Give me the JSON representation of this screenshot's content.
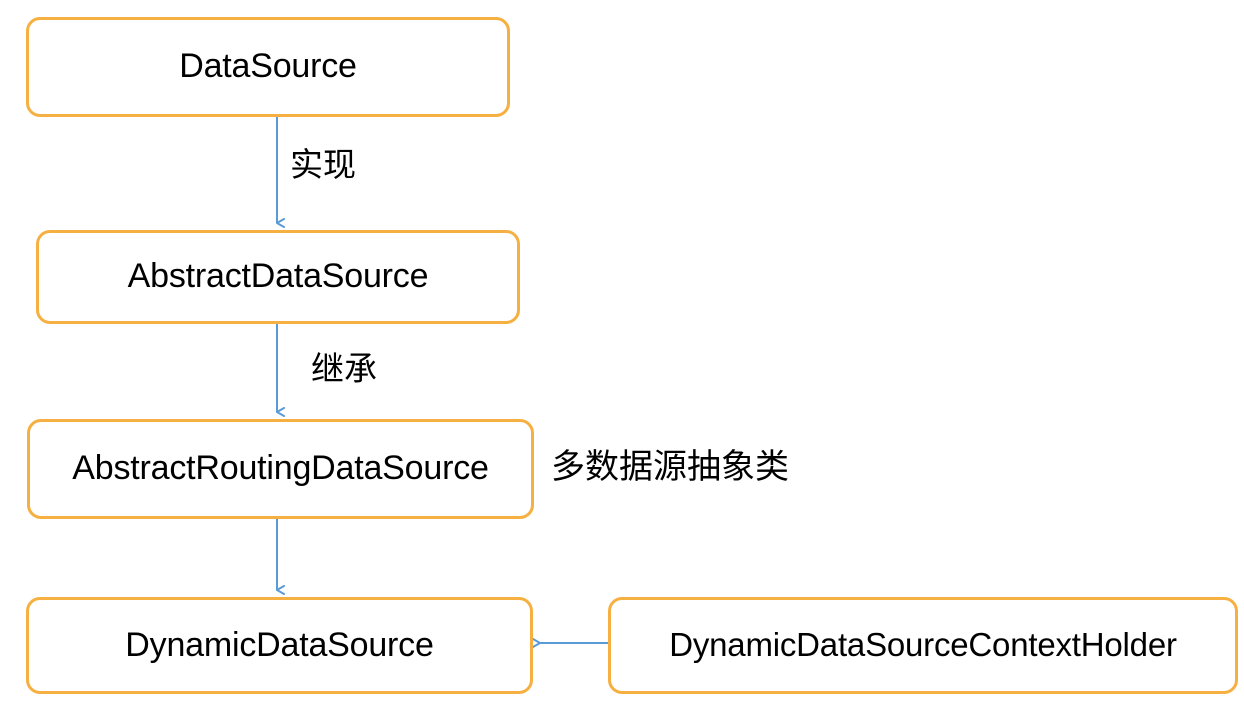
{
  "diagram": {
    "title": "DataSource inheritance diagram",
    "colors": {
      "node_border": "#f6b042",
      "node_background": "#ffffff",
      "edge": "#5b9bd5",
      "text": "#000000",
      "canvas_background": "#ffffff"
    },
    "nodes": [
      {
        "id": "datasource",
        "label": "DataSource"
      },
      {
        "id": "abstract-datasource",
        "label": "AbstractDataSource"
      },
      {
        "id": "abstract-routing-datasource",
        "label": "AbstractRoutingDataSource"
      },
      {
        "id": "dynamic-datasource",
        "label": "DynamicDataSource"
      },
      {
        "id": "dynamic-datasource-context-holder",
        "label": "DynamicDataSourceContextHolder"
      }
    ],
    "edges": [
      {
        "id": "edge-implements",
        "from": "datasource",
        "to": "abstract-datasource",
        "label": "实现",
        "direction": "down"
      },
      {
        "id": "edge-extends",
        "from": "abstract-datasource",
        "to": "abstract-routing-datasource",
        "label": "继承",
        "direction": "down"
      },
      {
        "id": "edge-extends-2",
        "from": "abstract-routing-datasource",
        "to": "dynamic-datasource",
        "label": "",
        "direction": "down"
      },
      {
        "id": "edge-context",
        "from": "dynamic-datasource-context-holder",
        "to": "dynamic-datasource",
        "label": "",
        "direction": "left"
      }
    ],
    "annotations": [
      {
        "id": "annotation-multi-datasource",
        "text": "多数据源抽象类"
      }
    ]
  }
}
